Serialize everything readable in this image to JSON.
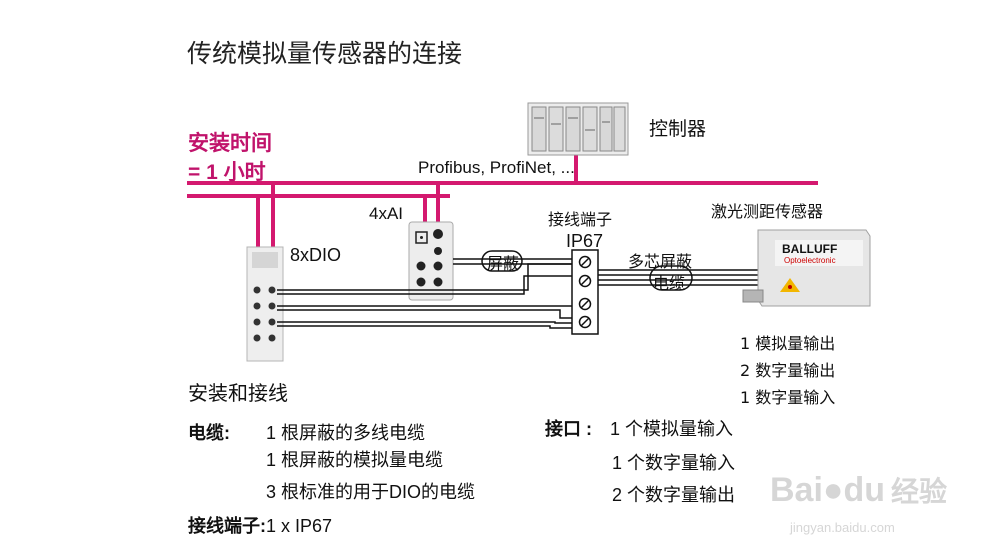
{
  "title": "传统模拟量传感器的连接",
  "install_time": {
    "line1": "安装时间",
    "line2": "= 1 小时"
  },
  "controller_label": "控制器",
  "bus_label": "Profibus, ProfiNet, ...",
  "module_4xai": "4xAI",
  "module_8xdio": "8xDIO",
  "terminal": {
    "label": "接线端子",
    "rating": "IP67"
  },
  "shield_label": "屏蔽",
  "multicore": {
    "line1": "多芯屏蔽",
    "line2": "电缆"
  },
  "sensor": {
    "title": "激光测距传感器",
    "brand": "BALLUFF",
    "sub": "Optoelectronic"
  },
  "sensor_io": [
    "1 模拟量输出",
    "2 数字量输出",
    "1 数字量输入"
  ],
  "section_title": "安装和接线",
  "cables": {
    "label": "电缆:",
    "items": [
      "1 根屏蔽的多线电缆",
      "1 根屏蔽的模拟量电缆",
      "3 根标准的用于DIO的电缆"
    ]
  },
  "terminal_summary": {
    "label": "接线端子:",
    "value": "1 x IP67"
  },
  "interface": {
    "label": "接口 :",
    "items": [
      "1 个模拟量输入",
      "1 个数字量输入",
      "2 个数字量输出"
    ]
  },
  "watermark": {
    "brand": "Bai",
    "brand2": "du",
    "product": "经验",
    "url": "jingyan.baidu.com"
  },
  "colors": {
    "bus": "#d4196f",
    "accent_text": "#c0136b",
    "brand_yellow": "#f2b600"
  }
}
